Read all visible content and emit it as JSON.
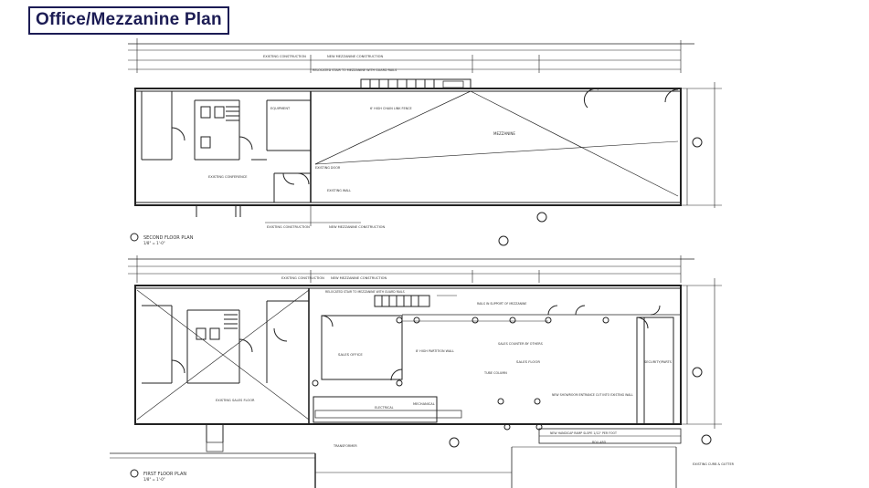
{
  "title": "Office/Mezzanine Plan",
  "second_floor": {
    "plan_label": "SECOND FLOOR PLAN",
    "scale": "1/8\" = 1'-0\"",
    "callouts": {
      "existing_construction": "EXISTING CONSTRUCTION",
      "new_mezzanine_construction": "NEW MEZZANINE CONSTRUCTION",
      "existing_conference": "EXISTING CONFERENCE",
      "equipment": "EQUIPMENT",
      "mezzanine": "MEZZANINE",
      "existing_door": "EXISTING DOOR",
      "existing_wall": "EXISTING WALL",
      "stair_note": "RELOCATED STAIR TO MEZZANINE WITH GUARD RAILS",
      "chain_link": "6' HIGH CHAIN LINK FENCE"
    }
  },
  "first_floor": {
    "plan_label": "FIRST FLOOR PLAN",
    "scale": "1/8\" = 1'-0\"",
    "callouts": {
      "existing_construction": "EXISTING CONSTRUCTION",
      "new_mezzanine_construction": "NEW MEZZANINE CONSTRUCTION",
      "existing_sales_floor": "EXISTING SALES FLOOR",
      "sales_office": "SALES OFFICE",
      "sales_floor": "SALES FLOOR",
      "security_parts": "SECURITY/PARTS",
      "mechanical": "MECHANICAL",
      "electrical": "ELECTRICAL",
      "transformer": "TRANSFORMER",
      "partition_wall": "8' HIGH PARTITION WALL",
      "sales_counter": "SALES COUNTER BY OTHERS",
      "rails_note": "RAILS IN SUPPORT OF MEZZANINE",
      "stair_note": "RELOCATED STAIR TO MEZZANINE WITH GUARD RAILS",
      "tube_column": "TUBE COLUMN",
      "handicap_ramp": "NEW HANDICAP RAMP SLOPE 1/12\" PER FOOT",
      "existing_curb": "EXISTING CURB & GUTTER",
      "bollards": "BOLLARD",
      "new_entrance": "NEW SHOWROOM ENTRANCE CUT INTO EXISTING WALL"
    }
  }
}
